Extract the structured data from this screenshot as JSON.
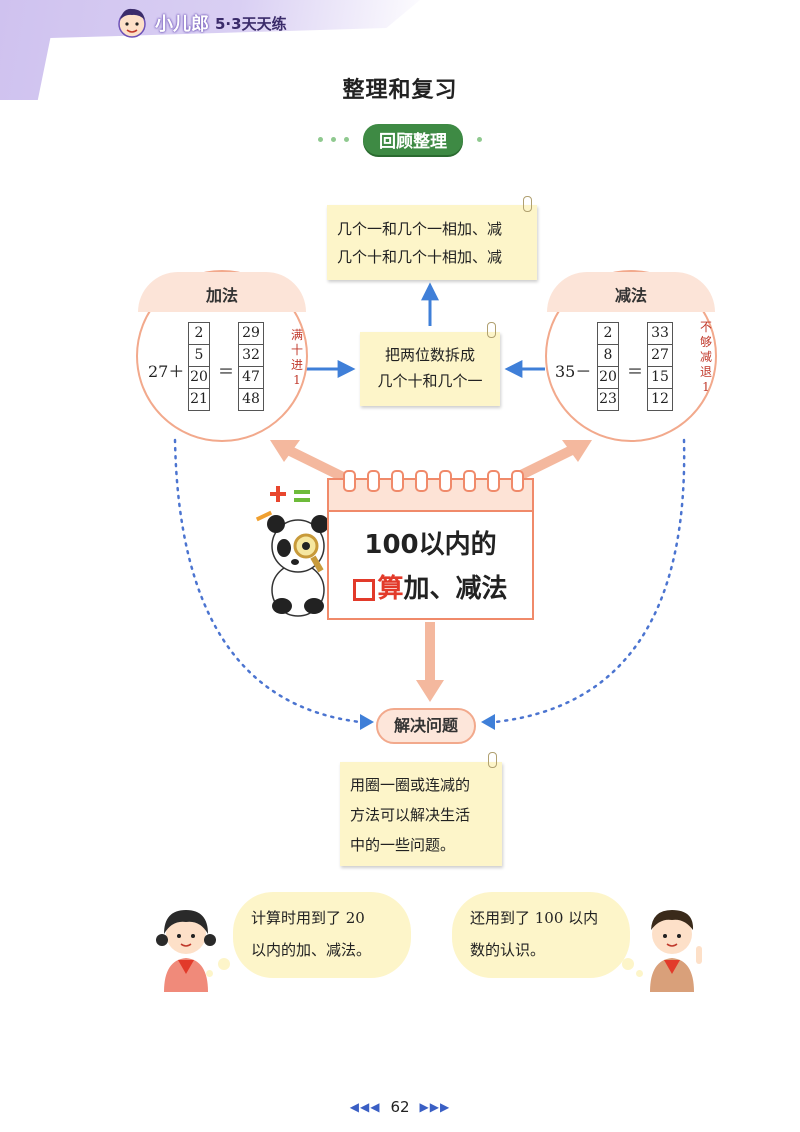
{
  "header": {
    "brand_name": "小儿郎",
    "series": "5·3天天练"
  },
  "page_title": "整理和复习",
  "section_label": "回顾整理",
  "note_top": {
    "line1": "几个一和几个一相加、减",
    "line2": "几个十和几个十相加、减"
  },
  "note_mid": {
    "line1": "把两位数拆成",
    "line2": "几个十和几个一"
  },
  "addition": {
    "title": "加法",
    "base": "27＋",
    "addends": [
      "2",
      "5",
      "20",
      "21"
    ],
    "equals": "＝",
    "results": [
      "29",
      "32",
      "47",
      "48"
    ],
    "note_chars": [
      "满",
      "十",
      "进",
      "1"
    ]
  },
  "subtraction": {
    "title": "减法",
    "base": "35－",
    "subtrahends": [
      "2",
      "8",
      "20",
      "23"
    ],
    "equals": "＝",
    "results": [
      "33",
      "27",
      "15",
      "12"
    ],
    "note_chars": [
      "不",
      "够",
      "减",
      "退",
      "1"
    ]
  },
  "calendar": {
    "line1": "100以内的",
    "line2_red": "算",
    "line2_rest": "加、减法"
  },
  "solve": {
    "label": "解决问题",
    "line1": "用圈一圈或连减的",
    "line2": "方法可以解决生活",
    "line3": "中的一些问题。"
  },
  "bubble_left": {
    "line1": "计算时用到了 20",
    "line2": "以内的加、减法。"
  },
  "bubble_right": {
    "line1": "还用到了 100 以内",
    "line2": "数的认识。"
  },
  "footer": {
    "prev": "◀◀◀",
    "page": "62",
    "next": "▶▶▶"
  },
  "colors": {
    "accent_green": "#3e8a44",
    "circle_border": "#f2a98c",
    "calendar_border": "#f08a6a",
    "note_bg": "#fdf5c9",
    "red": "#e23a2a",
    "blue_arrow": "#3f7fd8"
  },
  "icons": [
    "boy-mascot-icon",
    "panda-magnifier-icon",
    "girl-student-icon",
    "boy-student-icon",
    "paperclip-icon",
    "math-symbols-icon"
  ]
}
